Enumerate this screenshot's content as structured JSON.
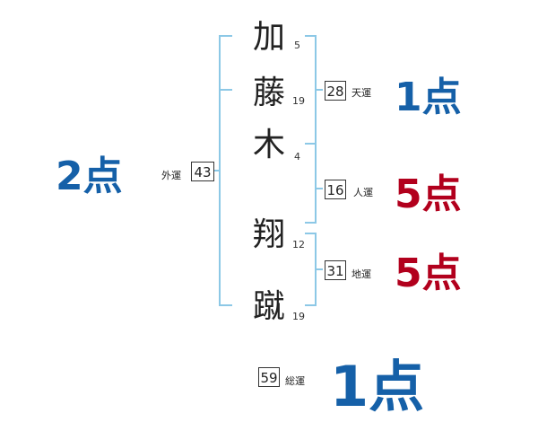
{
  "name": [
    {
      "char": "加",
      "strokes": "5"
    },
    {
      "char": "藤",
      "strokes": "19"
    },
    {
      "char": "木",
      "strokes": "4"
    },
    {
      "char": "翔",
      "strokes": "12"
    },
    {
      "char": "蹴",
      "strokes": "19"
    }
  ],
  "fortunes": {
    "gaiun": {
      "label": "外運",
      "value": "43",
      "score": "2点",
      "color": "#1560a8"
    },
    "tenun": {
      "label": "天運",
      "value": "28",
      "score": "1点",
      "color": "#1560a8"
    },
    "jinun": {
      "label": "人運",
      "value": "16",
      "score": "5点",
      "color": "#b2001d"
    },
    "chiun": {
      "label": "地運",
      "value": "31",
      "score": "5点",
      "color": "#b2001d"
    },
    "souun": {
      "label": "総運",
      "value": "59",
      "score": "1点",
      "color": "#1560a8"
    }
  },
  "colors": {
    "bracket": "#8cc8e6",
    "box_border": "#333333"
  }
}
